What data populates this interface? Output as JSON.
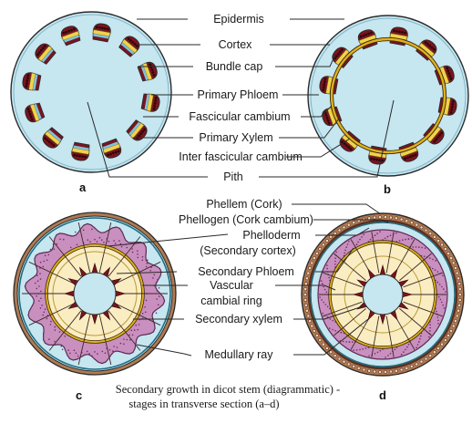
{
  "labels": {
    "epidermis": "Epidermis",
    "cortex": "Cortex",
    "bundle_cap": "Bundle cap",
    "primary_phloem": "Primary Phloem",
    "fascicular_cambium": "Fascicular cambium",
    "primary_xylem": "Primary Xylem",
    "inter_fascicular_cambium": "Inter fascicular cambium",
    "pith": "Pith",
    "phellem": "Phellem (Cork)",
    "phellogen": "Phellogen (Cork cambium)",
    "phelloderm": "Phelloderm",
    "secondary_cortex": "(Secondary cortex)",
    "secondary_phloem": "Secondary Phloem",
    "vascular": "Vascular",
    "cambial_ring": "cambial ring",
    "secondary_xylem": "Secondary xylem",
    "medullary_ray": "Medullary ray"
  },
  "panels": {
    "a": "a",
    "b": "b",
    "c": "c",
    "d": "d"
  },
  "caption": {
    "line1": "Secondary growth in dicot stem (diagrammatic) -",
    "line2": "stages in transverse section (a–d)"
  },
  "colors": {
    "tissue_blue": "#c6e6f0",
    "outline": "#2b2b2b",
    "bundle_red": "#7a1420",
    "phloem_yellow": "#f2d24a",
    "xylem_cream": "#fbedc2",
    "secondary_phloem_purple": "#c98fbe",
    "cork_brown": "#b07a52",
    "cork_dark": "#5a3020",
    "cambium_yellow": "#e0b21c"
  }
}
